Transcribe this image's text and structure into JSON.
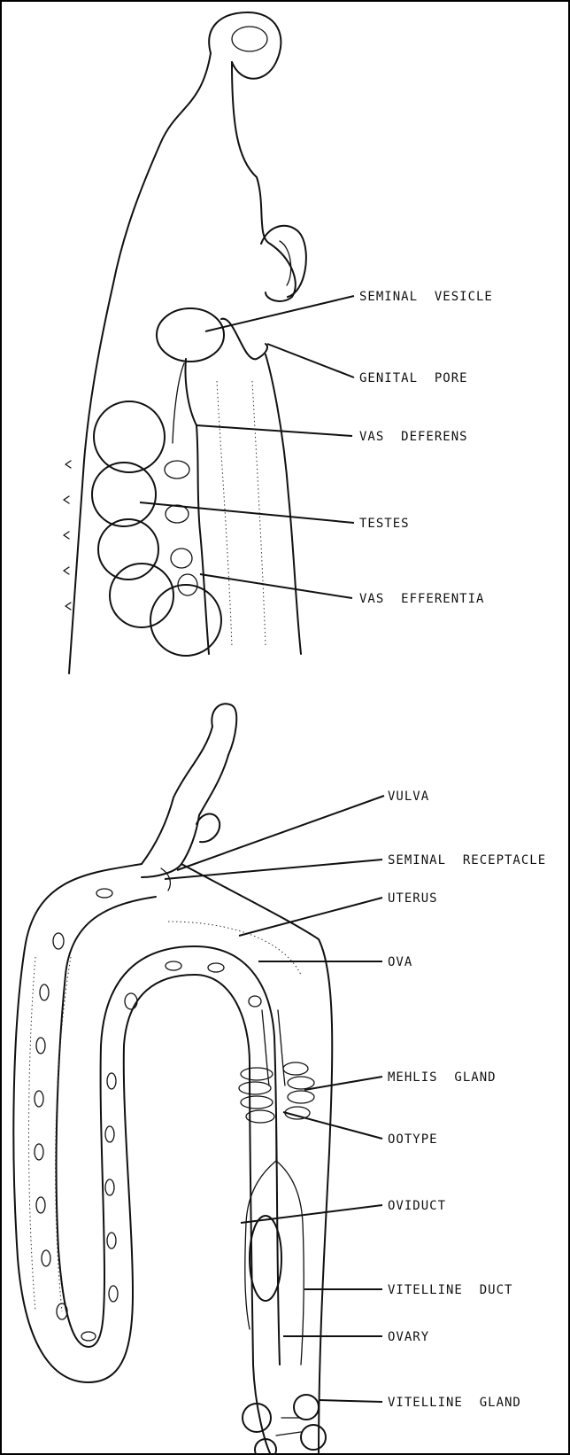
{
  "male_panel": {
    "labels": [
      {
        "id": "seminal-vesicle",
        "text": "SEMINAL  VESICLE"
      },
      {
        "id": "genital-pore",
        "text": "GENITAL  PORE"
      },
      {
        "id": "vas-deferens",
        "text": "VAS  DEFERENS"
      },
      {
        "id": "testes",
        "text": "TESTES"
      },
      {
        "id": "vas-efferentia",
        "text": "VAS  EFFERENTIA"
      }
    ]
  },
  "female_panel": {
    "labels": [
      {
        "id": "vulva",
        "text": "VULVA"
      },
      {
        "id": "seminal-receptacle",
        "text": "SEMINAL  RECEPTACLE"
      },
      {
        "id": "uterus",
        "text": "UTERUS"
      },
      {
        "id": "ova",
        "text": "OVA"
      },
      {
        "id": "mehlis-gland",
        "text": "MEHLIS  GLAND"
      },
      {
        "id": "ootype",
        "text": "OOTYPE"
      },
      {
        "id": "oviduct",
        "text": "OVIDUCT"
      },
      {
        "id": "vitelline-duct",
        "text": "VITELLINE  DUCT"
      },
      {
        "id": "ovary",
        "text": "OVARY"
      },
      {
        "id": "vitelline-gland",
        "text": "VITELLINE  GLAND"
      }
    ]
  }
}
